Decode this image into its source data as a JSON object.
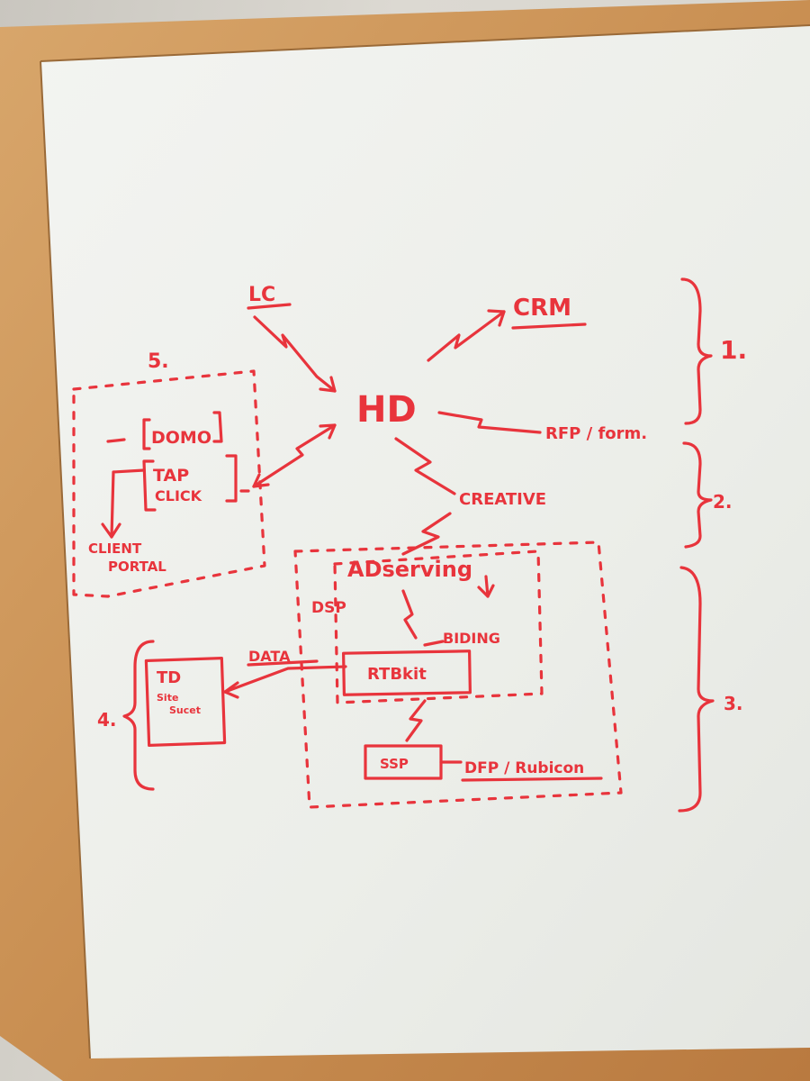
{
  "whiteboard": {
    "labels": {
      "lc": "LC",
      "crm": "CRM",
      "hd": "HD",
      "rfp": "RFP / form.",
      "creative": "CREATIVE",
      "adserving": "ADserving",
      "dsp": "DSP",
      "bidding": "BIDING",
      "rtbkit": "RTBkit",
      "ssp": "SSP",
      "dfp": "DFP / Rubicon",
      "data": "DATA",
      "td_title": "TD",
      "td_line1": "Site",
      "td_line2": "Sucet",
      "domo": "DOMO",
      "tap": "TAP",
      "click": "CLICK",
      "client": "CLIENT",
      "portal": "PORTAL",
      "group1": "1.",
      "group2": "2.",
      "group3": "3.",
      "group4": "4.",
      "group5": "5."
    },
    "colors": {
      "ink": "#e8343c",
      "board": "#eef0ec",
      "frame_wood": "#c98f52"
    }
  }
}
